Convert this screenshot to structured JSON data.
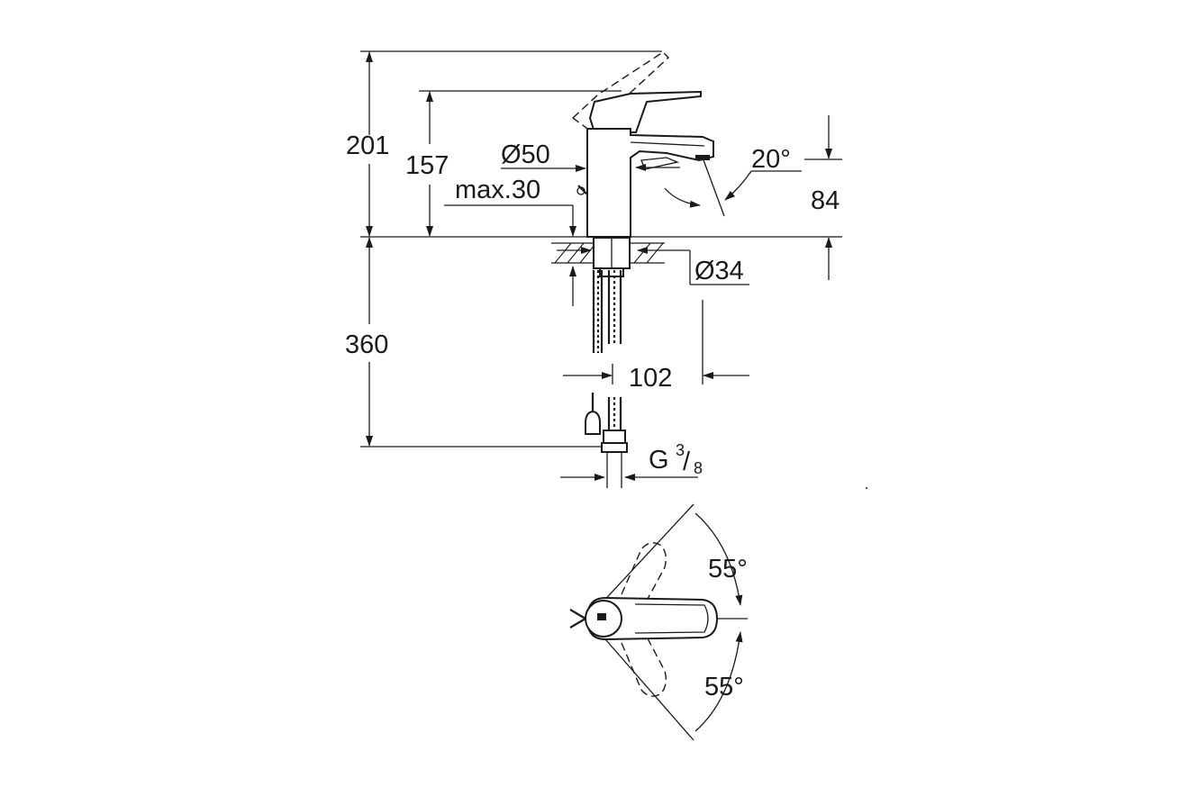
{
  "dimensions": {
    "total_height": "201",
    "handle_height": "157",
    "body_diameter": "Ø50",
    "max_deck_thickness": "max.30",
    "spout_angle": "20°",
    "spout_height": "84",
    "deck_hole_diameter": "Ø34",
    "hose_length": "360",
    "spout_reach": "102",
    "connection_thread": "G",
    "connection_thread_num": "3",
    "connection_thread_den": "8",
    "rotation_angle_top": "55°",
    "rotation_angle_bottom": "55°"
  },
  "colors": {
    "line": "#1a1a1a",
    "background": "#ffffff"
  }
}
